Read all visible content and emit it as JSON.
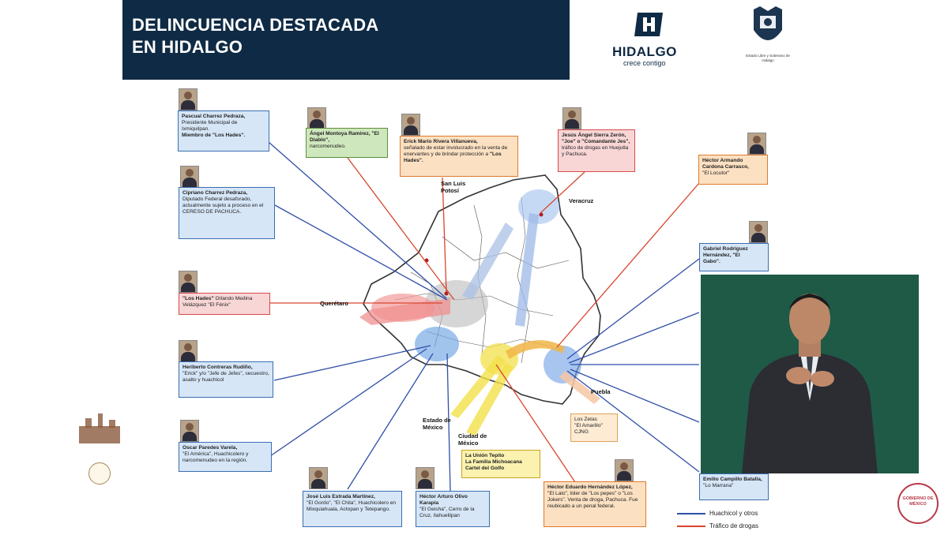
{
  "header": {
    "title_line1": "DELINCUENCIA DESTACADA",
    "title_line2": "EN HIDALGO",
    "brand_name": "HIDALGO",
    "brand_tagline": "crece contigo",
    "crest_caption": "Estado Libre y Soberano de Hidalgo"
  },
  "boxes": {
    "pascual": {
      "l1": "Pascual Charrez Pedraza,",
      "l2": "Presidente Municipal de Ixmiquilpan.",
      "l3": "Miembro de \"Los Hades\"."
    },
    "angel": {
      "l1": "Ángel Montoya Ramírez, \"El Diablo\",",
      "l2": "narcomenudeo."
    },
    "erick": {
      "l1": "Erick Mario Rivera Villanueva,",
      "l2": "señalado de estar involucrado en la venta de enervantes y de brindar protección a",
      "l3": "\"Los Hades\"."
    },
    "jesus": {
      "l1": "Jesús Ángel Sierra Zerón, \"Joe\" o \"Comandante Jes\",",
      "l2": "tráfico de drogas en Huejutla y Pachuca."
    },
    "hector_c": {
      "l1": "Héctor Armando Cardona Carrasco,",
      "l2": "\"El Locutor\""
    },
    "cipriano": {
      "l1": "Cipriano Charrez Pedraza,",
      "l2": "Diputado Federal desaforado, actualmente sujeto a proceso en el",
      "l3": "CERESO DE PACHUCA."
    },
    "gabriel": {
      "l1": "Gabriel Rodríguez Hernández, \"El",
      "l2": "Gabo\"."
    },
    "hades": {
      "l1": "\"Los Hades\"",
      "l2": "Orlando Medina Velázquez \"El Fénix\""
    },
    "heriberto": {
      "l1": "Heriberto Contreras Rudiño,",
      "l2": "\"Erick\" y/o \"Jefe de Jefes\", secuestro, asalto y huachicol"
    },
    "oscar": {
      "l1": "Oscar Paredes Varela,",
      "l2": "\"El América\", Huachicolero y narcomenudeo en la región."
    },
    "zetas": {
      "l1": "Los Zetas",
      "l2": "\"El Amarillo\"",
      "l3": "CJNG"
    },
    "jose": {
      "l1": "José Luis Estrada Martínez,",
      "l2": "\"El Gordo\", \"El Chila\", Huachicolero en Mixquiahuala, Actopan y Tetepango."
    },
    "hector_o": {
      "l1": "Héctor Arturo Olivo Karapia",
      "l2": "\"El Geisha\", Cerro de la Cruz, Ilahuelilpan"
    },
    "hector_e": {
      "l1": "Héctor Eduardo Hernández López,",
      "l2": "\"El Lalo\", líder de \"Los pepes\" o \"Los Jokers\". Venta de droga, Pachuca. Fue reubicado a un penal federal."
    },
    "emilio": {
      "l1": "Emilio Campillo Batalla,",
      "l2": "\"Lo Marrana\""
    },
    "carteles": {
      "l1": "La Unión Tepito",
      "l2": "La Familia Michoacana",
      "l3": "Cartel del Golfo"
    }
  },
  "places": {
    "slp": "San Luis Potosí",
    "veracruz": "Veracruz",
    "queretaro": "Querétaro",
    "puebla": "Puebla",
    "edomex": "Estado de México",
    "cdmx": "Ciudad de México"
  },
  "legend": {
    "huachicol": "Huachicol y otros",
    "trafico": "Tráfico de drogas"
  },
  "colors": {
    "banner": "#0f2a44",
    "huachicol_line": "#2f4fa8",
    "trafico_line": "#d9462e"
  },
  "footer": {
    "gob_label": "GOBIERNO DE MÉXICO"
  }
}
